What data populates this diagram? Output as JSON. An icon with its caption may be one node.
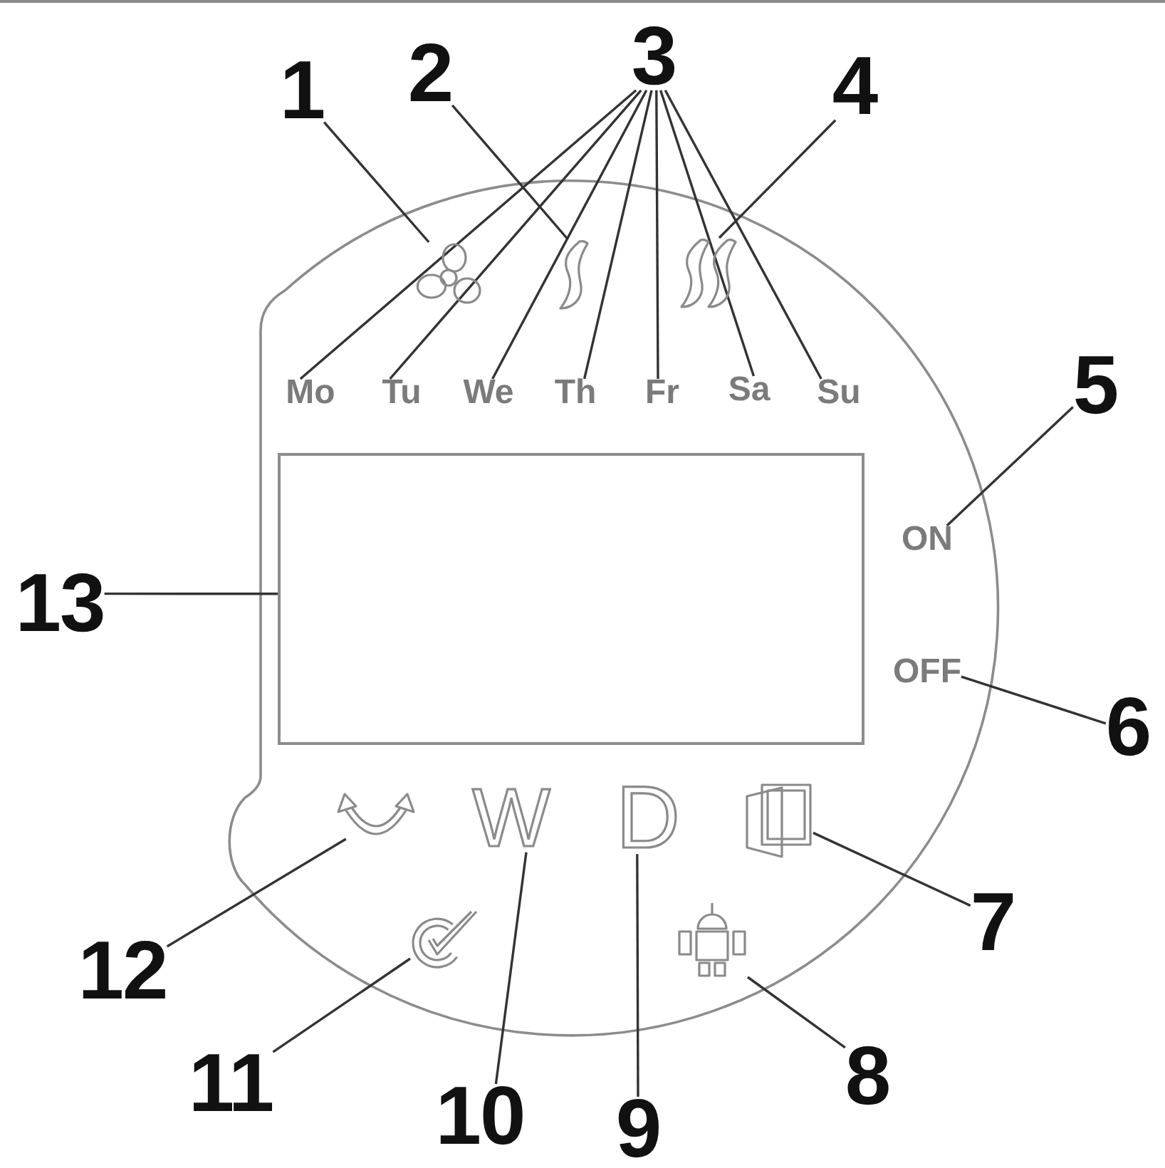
{
  "diagram": {
    "nodes": [
      {
        "text": [
          "1"
        ]
      },
      {
        "text": [
          "2"
        ]
      },
      {
        "text": [
          "3"
        ]
      },
      {
        "text": [
          "4"
        ]
      },
      {
        "text": [],
        "shape": "circle"
      },
      {
        "text": [],
        "shape": "picture",
        "in": 4
      },
      {
        "text": [],
        "shape": "picture",
        "in": 4
      },
      {
        "text": [],
        "shape": "picture",
        "in": 4
      },
      {
        "text": [
          "Mo"
        ],
        "in": 4
      },
      {
        "text": [
          "Tu"
        ],
        "in": 4
      },
      {
        "text": [
          "We"
        ],
        "in": 4
      },
      {
        "text": [
          "Th"
        ],
        "in": 4
      },
      {
        "text": [
          "Fr"
        ],
        "in": 4
      },
      {
        "text": [
          "Sa"
        ],
        "in": 4
      },
      {
        "text": [
          "Su"
        ],
        "in": 4
      },
      {
        "text": [
          "5"
        ]
      },
      {
        "text": [
          "ON"
        ],
        "in": 4
      },
      {
        "text": [],
        "shape": "box",
        "in": 4
      },
      {
        "text": [
          "13"
        ]
      },
      {
        "text": [
          "OFF"
        ],
        "in": 4
      },
      {
        "text": [
          "6"
        ]
      },
      {
        "text": [],
        "shape": "picture",
        "in": 4
      },
      {
        "text": [
          "W"
        ],
        "in": 4
      },
      {
        "text": [
          "D"
        ],
        "in": 4
      },
      {
        "text": [],
        "shape": "picture",
        "in": 4
      },
      {
        "text": [
          "7"
        ]
      },
      {
        "text": [],
        "shape": "picture",
        "in": 4
      },
      {
        "text": [],
        "shape": "picture",
        "in": 4
      },
      {
        "text": [
          "12"
        ]
      },
      {
        "text": [
          "11"
        ]
      },
      {
        "text": [
          "10"
        ]
      },
      {
        "text": [
          "9"
        ]
      },
      {
        "text": [
          "8"
        ]
      }
    ],
    "edges": [
      {
        "from": 0,
        "to": 5,
        "arrow": "none"
      },
      {
        "from": 1,
        "to": 6,
        "arrow": "none"
      },
      {
        "from": 2,
        "to": 8,
        "arrow": "none"
      },
      {
        "from": 2,
        "to": 9,
        "arrow": "none"
      },
      {
        "from": 2,
        "to": 10,
        "arrow": "none"
      },
      {
        "from": 2,
        "to": 11,
        "arrow": "none"
      },
      {
        "from": 2,
        "to": 12,
        "arrow": "none"
      },
      {
        "from": 2,
        "to": 13,
        "arrow": "none"
      },
      {
        "from": 2,
        "to": 14,
        "arrow": "none"
      },
      {
        "from": 3,
        "to": 7,
        "arrow": "none"
      },
      {
        "from": 15,
        "to": 16,
        "arrow": "none"
      },
      {
        "from": 18,
        "to": 17,
        "arrow": "none"
      },
      {
        "from": 20,
        "to": 19,
        "arrow": "none"
      },
      {
        "from": 28,
        "to": 21,
        "arrow": "none"
      },
      {
        "from": 30,
        "to": 22,
        "arrow": "none"
      },
      {
        "from": 31,
        "to": 23,
        "arrow": "none"
      },
      {
        "from": 25,
        "to": 24,
        "arrow": "none"
      },
      {
        "from": 29,
        "to": 26,
        "arrow": "none"
      },
      {
        "from": 32,
        "to": 27,
        "arrow": "none"
      }
    ]
  }
}
